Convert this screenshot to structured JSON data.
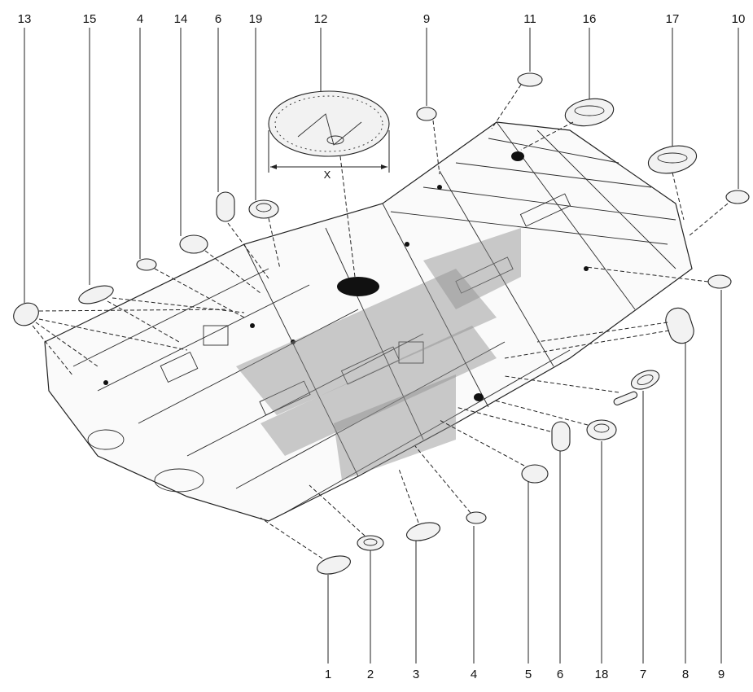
{
  "callouts_top": [
    "13",
    "15",
    "4",
    "14",
    "6",
    "19",
    "12",
    "9",
    "11",
    "16",
    "17",
    "10"
  ],
  "callouts_bottom": [
    "1",
    "2",
    "3",
    "4",
    "5",
    "6",
    "18",
    "7",
    "8",
    "9"
  ],
  "dimension_label": "X"
}
